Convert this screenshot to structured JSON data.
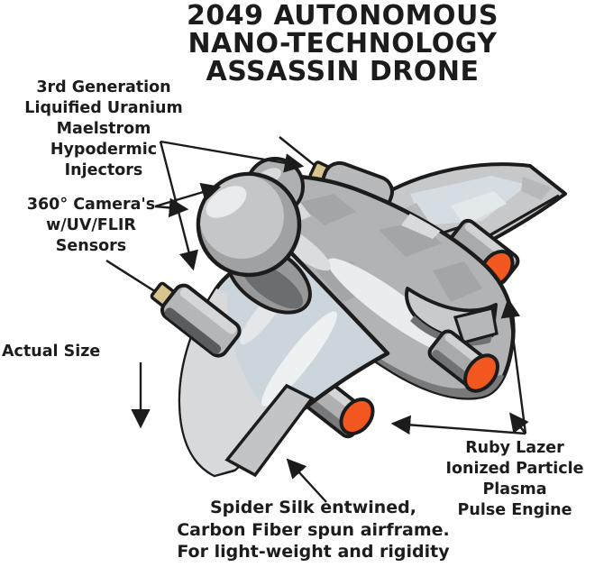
{
  "title": "2049 AUTONOMOUS\nNANO-TECHNOLOGY\nASSASSIN DRONE",
  "labels": {
    "injectors": "3rd Generation\nLiquified Uranium\nMaelstrom\nHypodermic\nInjectors",
    "cameras": "360° Camera's\nw/UV/FLIR\nSensors",
    "actual_size": "Actual Size",
    "engine": "Ruby Lazer\nIonized Particle Plasma\nPulse Engine",
    "airframe": "Spider Silk entwined,\nCarbon Fiber spun airframe.\nFor light-weight and rigidity"
  },
  "illustration": {
    "subject": "cartoon autonomous assassin drone, three-quarter view",
    "parts": [
      "camera-domes",
      "hypodermic-injectors",
      "engine-nozzles",
      "swept-wings",
      "camo-fuselage"
    ],
    "colors": {
      "outline": "#1c1c1c",
      "body_gray": "#b1b3b5",
      "light_gray": "#cdced0",
      "blue_gray": "#ccd5dc",
      "shadow_gray": "#77797b",
      "engine_orange": "#f1571e",
      "needle_tan": "#d8c48e",
      "background": "#ffffff",
      "text": "#1c1c1c"
    }
  }
}
